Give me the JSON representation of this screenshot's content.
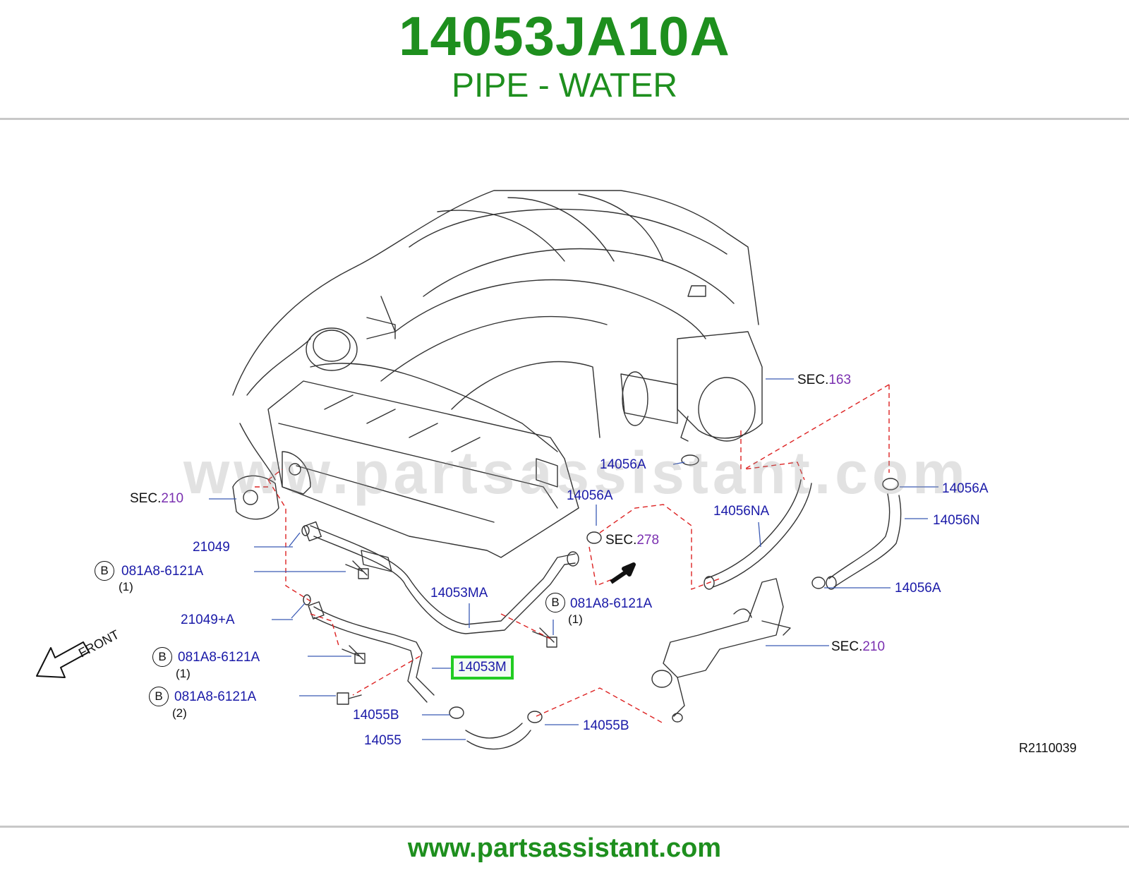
{
  "header": {
    "part_number": "14053JA10A",
    "part_name": "PIPE - WATER"
  },
  "watermark": "www.partsassistant.com",
  "footer": {
    "url": "www.partsassistant.com"
  },
  "diagram": {
    "reference_code": "R2110039",
    "front_label": "FRONT",
    "highlighted_part": "14053M",
    "sections": [
      {
        "prefix": "SEC.",
        "number": "163"
      },
      {
        "prefix": "SEC.",
        "number": "210"
      },
      {
        "prefix": "SEC.",
        "number": "278"
      },
      {
        "prefix": "SEC.",
        "number": "210"
      }
    ],
    "labels": {
      "l14056a_1": "14056A",
      "l14056a_2": "14056A",
      "l14056a_3": "14056A",
      "l14056a_4": "14056A",
      "l14056na": "14056NA",
      "l14056n": "14056N",
      "l21049": "21049",
      "l21049a": "21049+A",
      "l14053ma": "14053MA",
      "l14055b_1": "14055B",
      "l14055b_2": "14055B",
      "l14055": "14055"
    },
    "bolts": [
      {
        "circle": "B",
        "code": "081A8-6121A",
        "qty": "(1)"
      },
      {
        "circle": "B",
        "code": "081A8-6121A",
        "qty": "(1)"
      },
      {
        "circle": "B",
        "code": "081A8-6121A",
        "qty": "(1)"
      },
      {
        "circle": "B",
        "code": "081A8-6121A",
        "qty": "(2)"
      }
    ]
  }
}
